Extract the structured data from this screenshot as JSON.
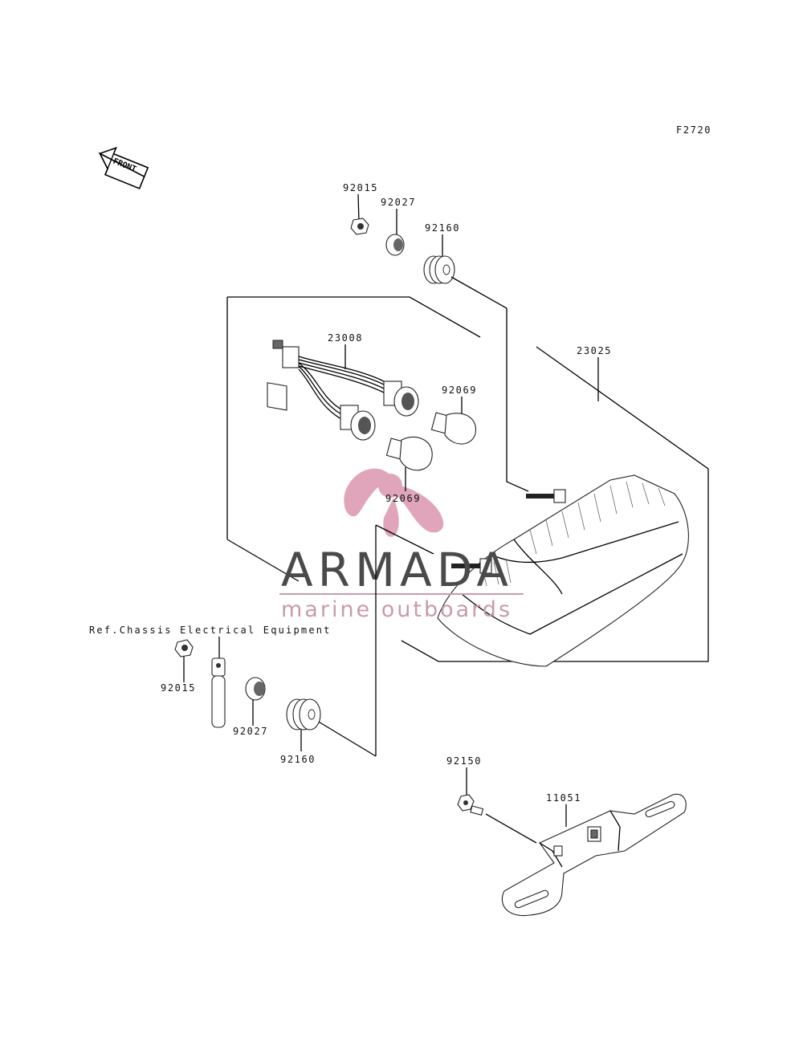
{
  "diagram_code": "F2720",
  "front_arrow_label": "FRONT",
  "reference_note": "Ref.Chassis Electrical Equipment",
  "watermark": {
    "brand": "ARMADA",
    "tagline": "marine outboards",
    "colors": {
      "logo": "#e0a4bb",
      "brand_text": "#4a4a4a",
      "tagline_text": "#c99aac"
    }
  },
  "part_labels": {
    "top_nut": "92015",
    "top_collar": "92027",
    "top_grommet": "92160",
    "wire_harness": "23008",
    "bulb_right": "92069",
    "bulb_left": "92069",
    "tail_lamp": "23025",
    "ref_nut": "92015",
    "ref_collar": "92027",
    "ref_grommet": "92160",
    "bracket_bolt": "92150",
    "bracket": "11051"
  }
}
